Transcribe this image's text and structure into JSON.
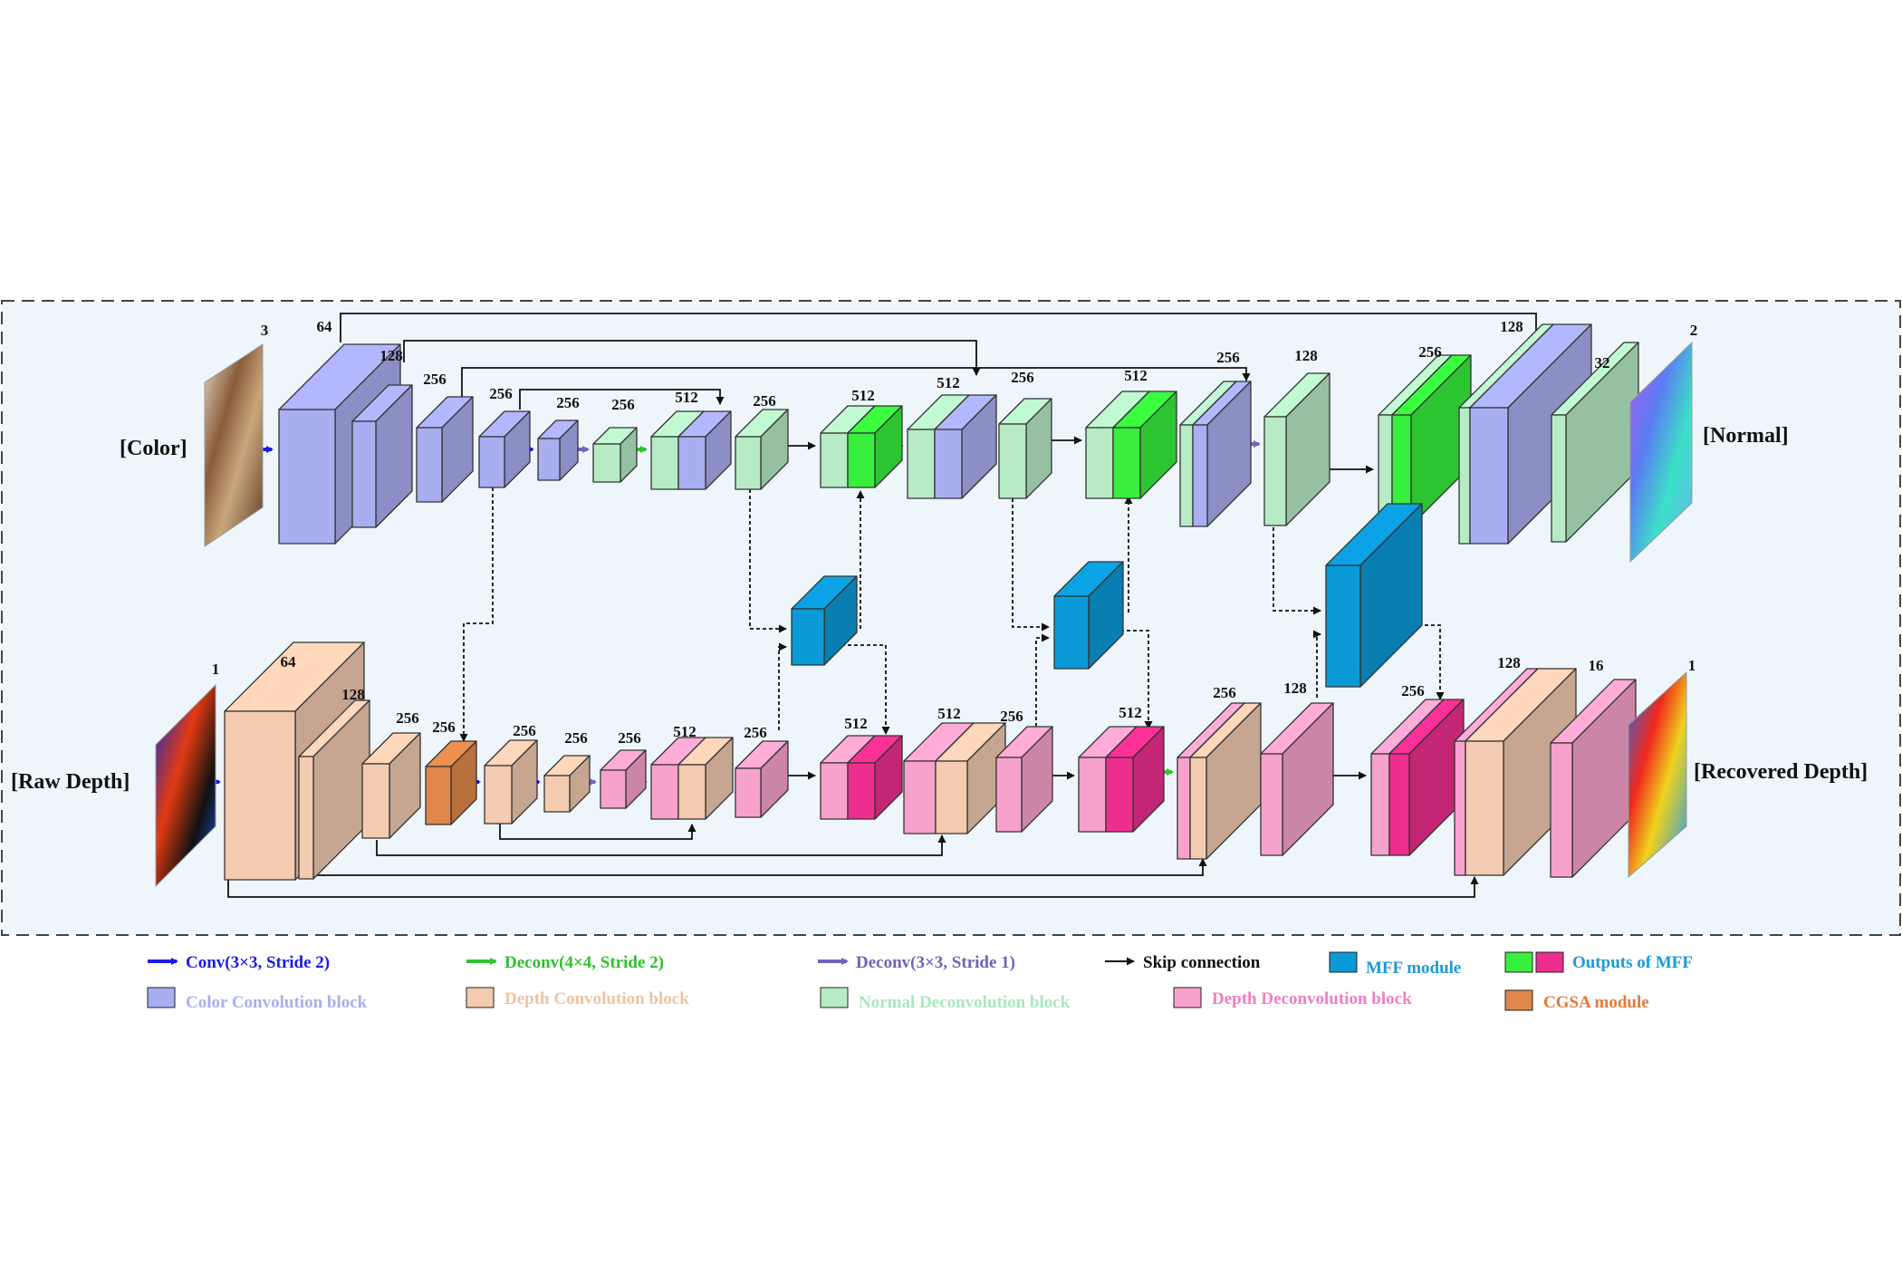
{
  "labels": {
    "color": "[Color]",
    "normal": "[Normal]",
    "raw_depth": "[Raw Depth]",
    "recovered_depth": "[Recovered Depth]"
  },
  "top_channels": [
    "3",
    "64",
    "128",
    "256",
    "256",
    "256",
    "256",
    "512",
    "256",
    "512",
    "512",
    "256",
    "512",
    "256",
    "128",
    "256",
    "128",
    "32",
    "2"
  ],
  "bottom_channels": [
    "1",
    "64",
    "128",
    "256",
    "256",
    "256",
    "256",
    "256",
    "512",
    "256",
    "512",
    "512",
    "256",
    "512",
    "256",
    "128",
    "256",
    "128",
    "16",
    "1"
  ],
  "legend": {
    "conv": "Conv(3×3, Stride 2)",
    "deconv4": "Deconv(4×4, Stride 2)",
    "deconv3": "Deconv(3×3, Stride 1)",
    "skip": "Skip connection",
    "mff": "MFF module",
    "mff_out": "Outputs of MFF",
    "color_block": "Color Convolution block",
    "depth_block": "Depth Convolution block",
    "normal_block": "Normal Deconvolution block",
    "depthdec_block": "Depth Deconvolution block",
    "cgsa": "CGSA module"
  },
  "colors": {
    "panel_bg": "#eef6fb",
    "color_conv": "#a9aef0",
    "depth_conv": "#f2cbb0",
    "normal_deconv": "#b6ebc6",
    "depth_deconv": "#f7a2cc",
    "mff": "#0a9ad8",
    "mff_out_green": "#37ef3c",
    "mff_out_pink": "#ee2e8f",
    "cgsa": "#e0884b",
    "arrow_conv": "#1b1be6",
    "arrow_deconv4": "#33c233",
    "arrow_deconv3": "#7563bb",
    "arrow_skip": "#111111",
    "legend_conv_text": "#1b1be6",
    "legend_deconv4_text": "#2fbf2f",
    "legend_deconv3_text": "#6f63b5",
    "legend_mff_text": "#1b9ad8",
    "legend_color_text": "#a9aef0",
    "legend_depth_text": "#efc3a2",
    "legend_normal_text": "#a8e8bb",
    "legend_depthdec_text": "#f07fbf",
    "legend_cgsa_text": "#e57a36"
  }
}
